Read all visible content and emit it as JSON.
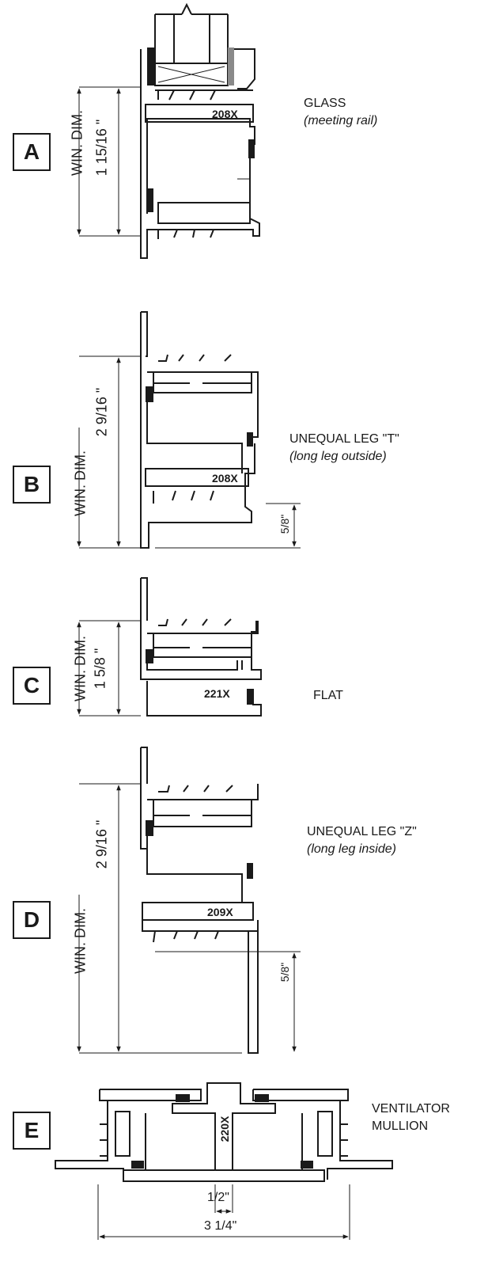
{
  "sections": [
    {
      "letter": "A",
      "title": "GLASS",
      "subtitle": "(meeting rail)",
      "part": "208X",
      "win_dim": "WIN. DIM.",
      "dimension": "1 15/16 \""
    },
    {
      "letter": "B",
      "title": "UNEQUAL LEG \"T\"",
      "subtitle": "(long leg outside)",
      "part": "208X",
      "win_dim": "WIN. DIM.",
      "dimension": "2 9/16 \"",
      "leg": "5/8\""
    },
    {
      "letter": "C",
      "title": "FLAT",
      "subtitle": "",
      "part": "221X",
      "win_dim": "WIN. DIM.",
      "dimension": "1 5/8 \""
    },
    {
      "letter": "D",
      "title": "UNEQUAL LEG \"Z\"",
      "subtitle": "(long leg inside)",
      "part": "209X",
      "win_dim": "WIN. DIM.",
      "dimension": "2 9/16 \"",
      "leg": "5/8\""
    },
    {
      "letter": "E",
      "title": "VENTILATOR",
      "subtitle": "MULLION",
      "part": "220X",
      "dim_inner": "1/2\"",
      "dim_outer": "3 1/4\""
    }
  ]
}
